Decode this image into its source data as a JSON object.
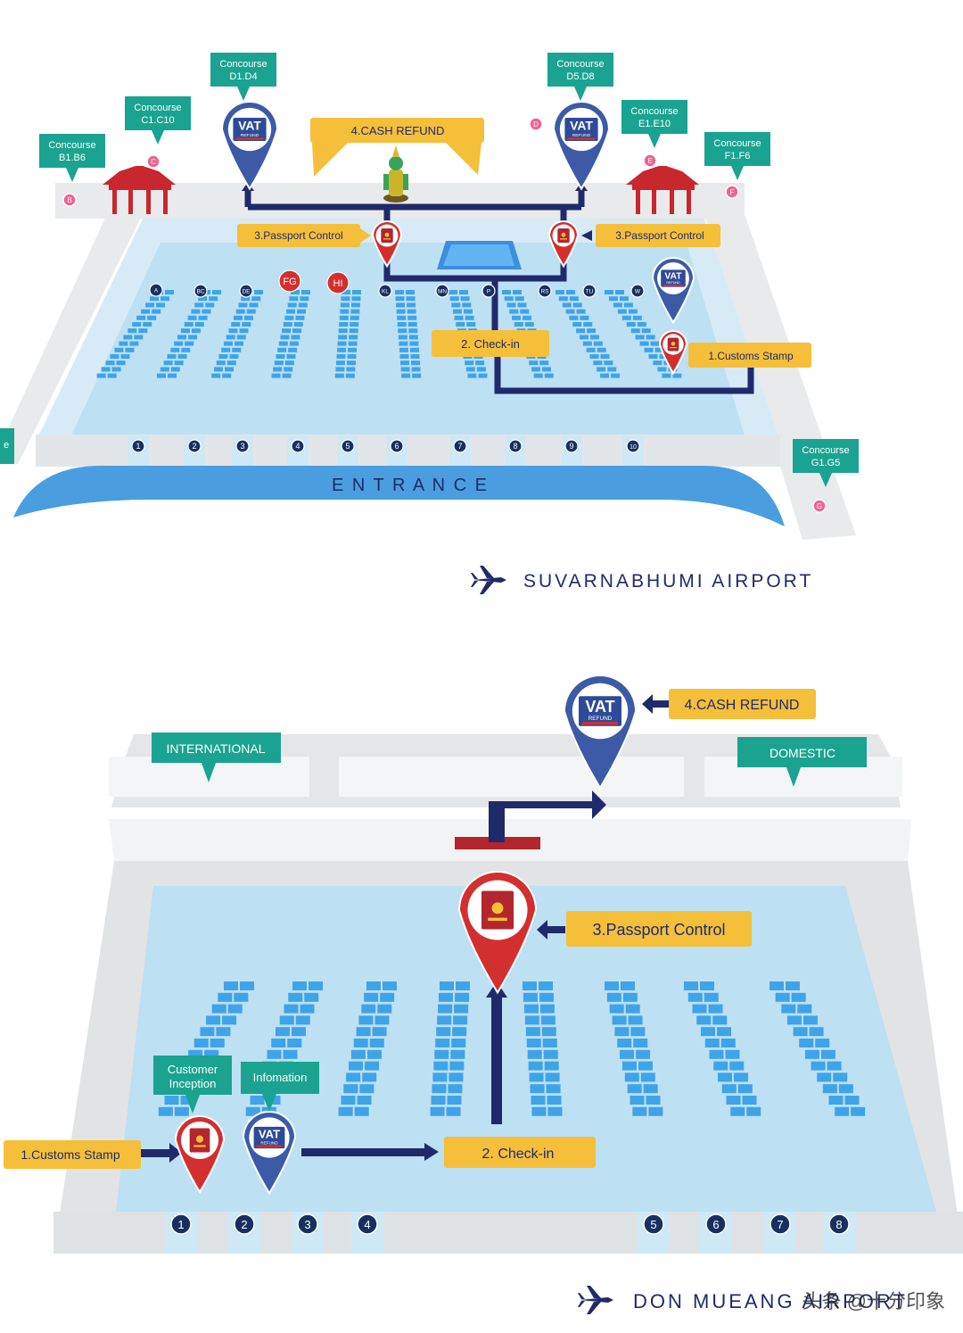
{
  "colors": {
    "floor": "#bde0f3",
    "floor_border": "#cfe8f5",
    "desk": "#3fa3e8",
    "road": "#e6e8ea",
    "route": "#1f2a6b",
    "callout": "#f5bf3a",
    "teal": "#1aa391",
    "pin_blue": "#3c5aa6",
    "pin_red": "#d32f2f",
    "gate_dot": "#17305f",
    "pink": "#f06292"
  },
  "suvarnabhumi": {
    "title": "SUVARNABHUMI AIRPORT",
    "entrance": "E N T R A N C E",
    "concourses": [
      {
        "line1": "Concourse",
        "line2": "B1.B6",
        "letter": "B"
      },
      {
        "line1": "Concourse",
        "line2": "C1.C10",
        "letter": "C"
      },
      {
        "line1": "Concourse",
        "line2": "D1.D4",
        "letter": ""
      },
      {
        "line1": "Concourse",
        "line2": "D5.D8",
        "letter": "D"
      },
      {
        "line1": "Concourse",
        "line2": "E1.E10",
        "letter": "E"
      },
      {
        "line1": "Concourse",
        "line2": "F1.F6",
        "letter": "F"
      },
      {
        "line1": "Concourse",
        "line2": "G1.G5",
        "letter": "G"
      }
    ],
    "steps": {
      "cash_refund": "4.CASH REFUND",
      "passport_left": "3.Passport Control",
      "passport_right": "3.Passport Control",
      "checkin": "2. Check-in",
      "customs": "1.Customs Stamp"
    },
    "rows": [
      "A",
      "BC",
      "DE",
      "FG",
      "HI",
      "KL",
      "MN",
      "P",
      "RS",
      "TU",
      "W"
    ],
    "gates": [
      "1",
      "2",
      "3",
      "4",
      "5",
      "6",
      "7",
      "8",
      "9",
      "10"
    ],
    "vat_text": "VAT",
    "vat_sub": "REFUND"
  },
  "donmueang": {
    "title": "DON MUEANG AIRPORT",
    "international": "INTERNATIONAL",
    "domestic": "DOMESTIC",
    "steps": {
      "cash_refund": "4.CASH REFUND",
      "passport": "3.Passport Control",
      "checkin": "2. Check-in",
      "customs": "1.Customs Stamp"
    },
    "customer_line1": "Customer",
    "customer_line2": "Inception",
    "information": "Infomation",
    "gates": [
      "1",
      "2",
      "3",
      "4",
      "5",
      "6",
      "7",
      "8"
    ],
    "vat_text": "VAT",
    "vat_sub": "REFUND"
  },
  "watermark": "头条 @十分印象"
}
